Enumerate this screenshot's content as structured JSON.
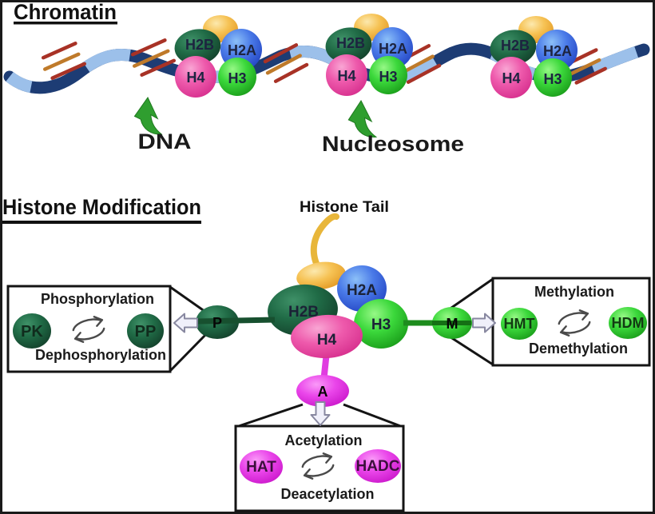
{
  "colors": {
    "frame": "#1a1a1a",
    "dna_navy": "#1d3c74",
    "dna_light": "#9cc0ea",
    "rung_red": "#a83226",
    "rung_orange": "#bf7a2a",
    "histone_dark_green": "#1d5c3c",
    "histone_blue": "#2f56d6",
    "histone_green": "#2fbf2f",
    "histone_pink": "#e0449a",
    "histone_magenta": "#df2adf",
    "histone_yellow": "#f2b33d",
    "pointer_green": "#2f9e2f"
  },
  "icons": {
    "dna_arrow": "curved-up-arrow",
    "nucleosome_arrow": "curved-up-arrow",
    "callout_left": "hollow-left-arrow",
    "callout_right": "hollow-right-arrow",
    "callout_down": "hollow-down-arrow",
    "cycle": "reversible-reaction-arrows"
  },
  "chromatin": {
    "title": "Chromatin",
    "dna_label": "DNA",
    "nucleosome_label": "Nucleosome",
    "nucleosomes": [
      {
        "h2b": "H2B",
        "h2a": "H2A",
        "h4": "H4",
        "h3": "H3"
      },
      {
        "h2b": "H2B",
        "h2a": "H2A",
        "h4": "H4",
        "h3": "H3"
      },
      {
        "h2b": "H2B",
        "h2a": "H2A",
        "h4": "H4",
        "h3": "H3"
      }
    ]
  },
  "histone_modification": {
    "title": "Histone Modification",
    "histone_tail_label": "Histone Tail",
    "core": {
      "h2a": "H2A",
      "h2b": "H2B",
      "h3": "H3",
      "h4": "H4"
    },
    "phospho": {
      "site": "P",
      "forward": "Phosphorylation",
      "reverse": "Dephosphorylation",
      "enzyme_left": "PK",
      "enzyme_right": "PP"
    },
    "methyl": {
      "site": "M",
      "forward": "Methylation",
      "reverse": "Demethylation",
      "enzyme_left": "HMT",
      "enzyme_right": "HDM"
    },
    "acetyl": {
      "site": "A",
      "forward": "Acetylation",
      "reverse": "Deacetylation",
      "enzyme_left": "HAT",
      "enzyme_right": "HADC"
    }
  }
}
